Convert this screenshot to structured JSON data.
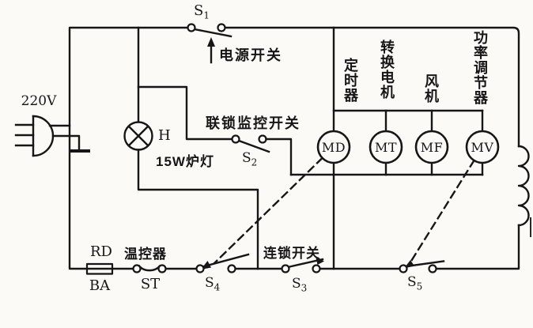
{
  "diagram": {
    "power_source": {
      "voltage": "220V"
    },
    "fuse": {
      "top": "RD",
      "bottom": "BA"
    },
    "thermostat": {
      "name": "温控器",
      "id": "ST"
    },
    "lamp": {
      "id": "H",
      "spec": "15W炉灯"
    },
    "switches": {
      "s1": {
        "sym": "S",
        "sub": "1",
        "name": "电源开关"
      },
      "s2": {
        "sym": "S",
        "sub": "2",
        "name": "联锁监控开关"
      },
      "s3": {
        "sym": "S",
        "sub": "3",
        "name": "连锁开关"
      },
      "s4": {
        "sym": "S",
        "sub": "4"
      },
      "s5": {
        "sym": "S",
        "sub": "5"
      }
    },
    "motors": [
      {
        "id": "MD",
        "name": "定时器"
      },
      {
        "id": "MT",
        "name": "转换电机"
      },
      {
        "id": "MF",
        "name": "风机"
      },
      {
        "id": "MV",
        "name": "功率调节器"
      }
    ],
    "colors": {
      "ink": "#161616",
      "paper": "#fbfaf7"
    }
  }
}
